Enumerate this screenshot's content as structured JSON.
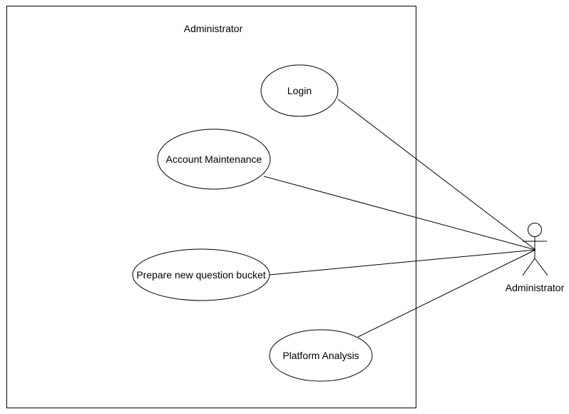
{
  "system": {
    "title": "Administrator"
  },
  "use_cases": {
    "login": "Login",
    "account_maintenance": "Account Maintenance",
    "prepare_question_bucket": "Prepare new question bucket",
    "platform_analysis": "Platform Analysis"
  },
  "actor": {
    "label": "Administrator"
  },
  "colors": {
    "stroke": "#000000",
    "background": "#ffffff"
  }
}
